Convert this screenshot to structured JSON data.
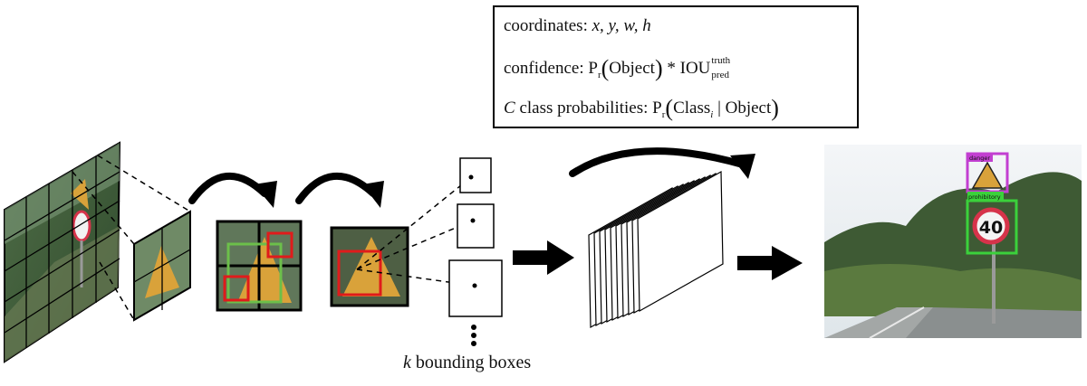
{
  "info_box": {
    "line1_prefix": "coordinates: ",
    "line1_vars": "x, y, w, h",
    "line2_prefix": "confidence: ",
    "line2_P": "P",
    "line2_P_sub": "r",
    "line2_arg": "Object",
    "line2_op": " * IOU",
    "line2_sup": "truth",
    "line2_sub": "pred",
    "line3_var": "C",
    "line3_prefix": " class probabilities: ",
    "line3_P": "P",
    "line3_P_sub": "r",
    "line3_arg1": "Class",
    "line3_arg1_sub": "i",
    "line3_bar": " | ",
    "line3_arg2": "Object"
  },
  "caption": {
    "var": "k",
    "text": " bounding boxes"
  },
  "detection": {
    "label_top": "danger",
    "label_bottom": "prohibitory",
    "sign_value": "40"
  },
  "colors": {
    "grid_red": "#e01b1b",
    "grid_green": "#6cbf4a",
    "label_magenta": "#c23fd1",
    "label_green": "#3bd13b",
    "sign_ring": "#d6334a"
  }
}
